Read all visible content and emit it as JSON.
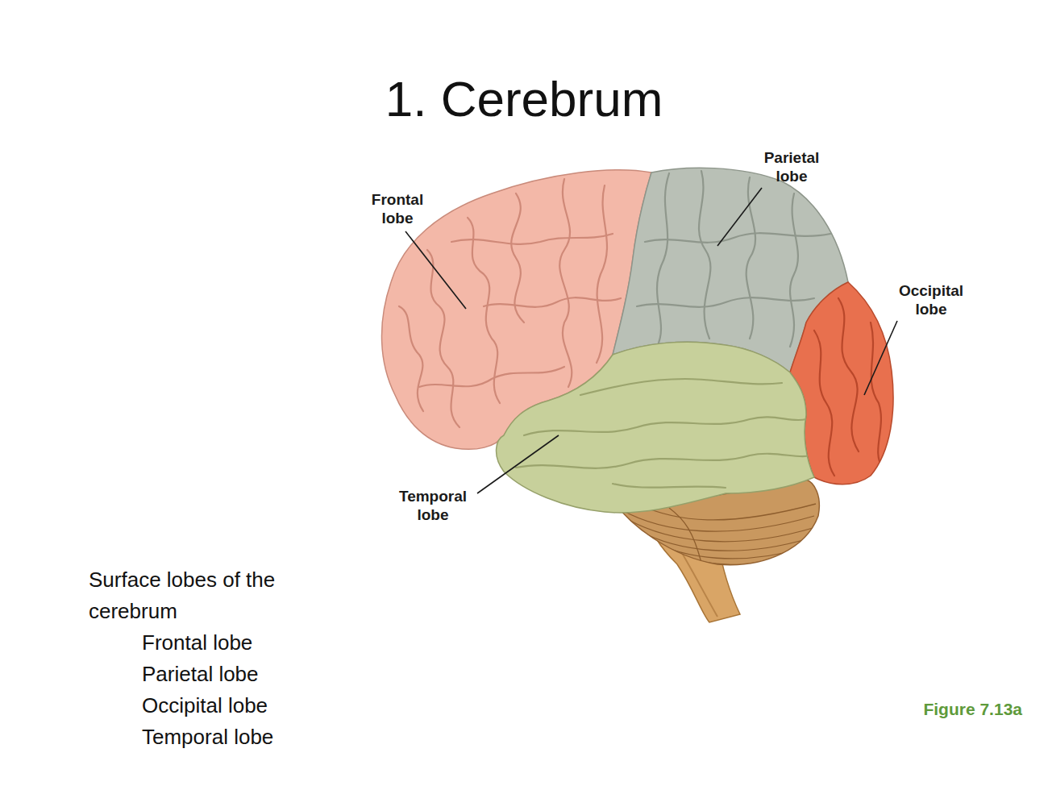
{
  "diagram": {
    "title": "1. Cerebrum",
    "labels": [
      "Frontal lobe",
      "Parietal lobe",
      "Occipital lobe",
      "Temporal lobe",
      "Surface lobes of the cerebrum",
      "Frontal lobe",
      "Parietal lobe",
      "Occipital lobe",
      "Temporal lobe",
      "Figure 7.13a"
    ]
  }
}
